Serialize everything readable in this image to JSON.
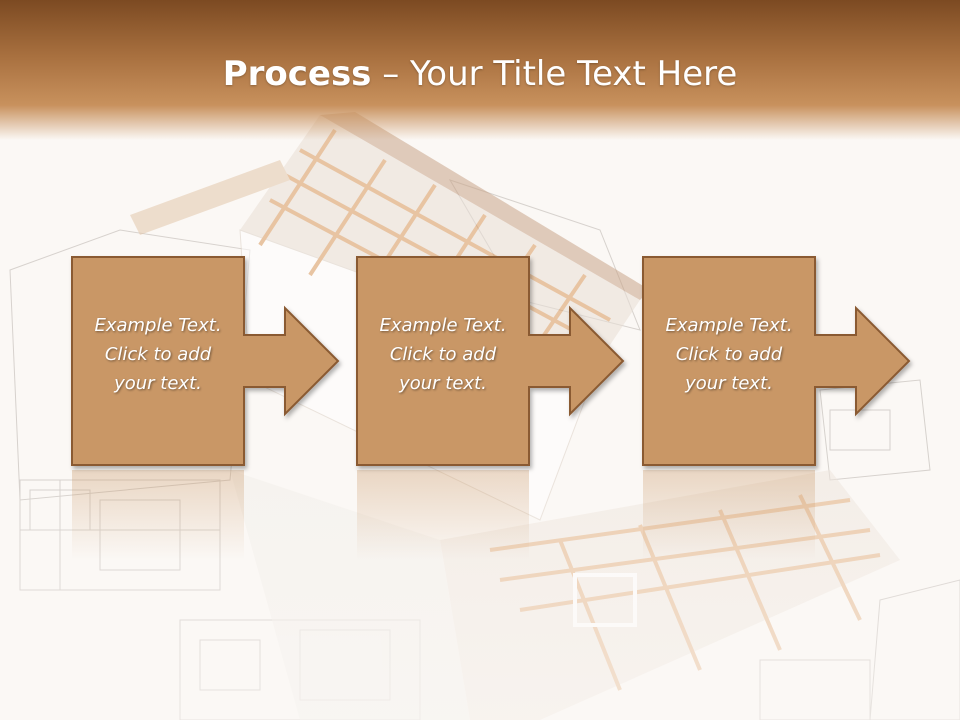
{
  "title": {
    "bold": "Process",
    "rest": " – Your Title Text Here"
  },
  "steps": [
    {
      "line1": "Example Text.",
      "line2": "Click  to add",
      "line3": "your text."
    },
    {
      "line1": "Example Text.",
      "line2": "Click  to add",
      "line3": "your text."
    },
    {
      "line1": "Example Text.",
      "line2": "Click  to add",
      "line3": "your text."
    }
  ],
  "colors": {
    "header_dark": "#7c4a22",
    "box_fill": "#c99766",
    "box_border": "#8a5a32",
    "text": "#ffffff"
  }
}
